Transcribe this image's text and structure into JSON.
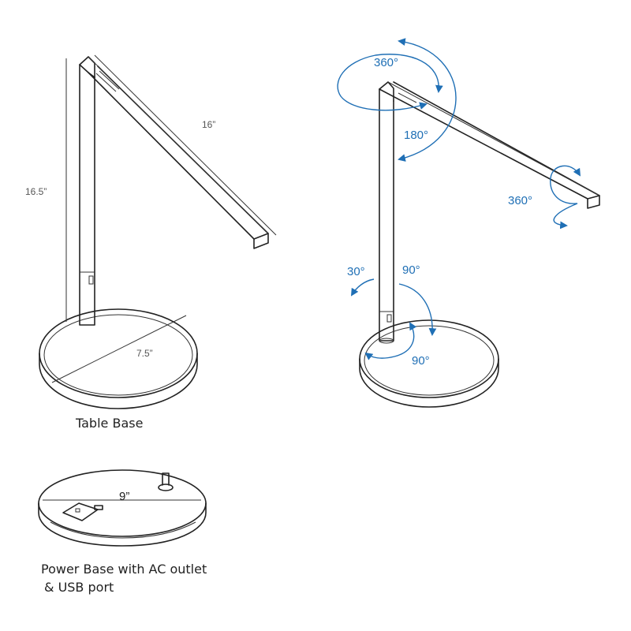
{
  "dimensions": {
    "arm_length": "16”",
    "height": "16.5”",
    "table_base_diameter": "7.5”",
    "power_base_diameter": "9”"
  },
  "rotations": {
    "head_top": "360°",
    "head_side": "180°",
    "arm_tip": "360°",
    "column_back": "30°",
    "column_forward": "90°",
    "base_swivel": "90°"
  },
  "captions": {
    "table_base": "Table Base",
    "power_base_line1": "Power Base with AC outlet",
    "power_base_line2": "& USB port"
  },
  "colors": {
    "arrow": "#1f6fb5",
    "line": "#222222",
    "text": "#222222"
  }
}
